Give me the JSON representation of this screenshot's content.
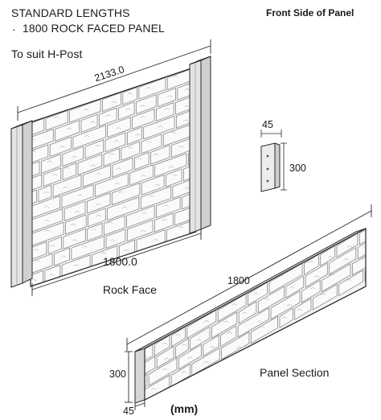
{
  "header": {
    "line1": "STANDARD LENGTHS",
    "bullet": "·",
    "line2": "1800 ROCK FACED PANEL",
    "line3": "To suit H-Post",
    "side_note": "Front Side of Panel"
  },
  "panel_view": {
    "overall_length": "2133.0",
    "panel_length": "1800.0",
    "caption": "Rock Face"
  },
  "post_detail": {
    "width": "45",
    "height": "300"
  },
  "section_view": {
    "length": "1800",
    "height": "300",
    "thickness": "45",
    "caption": "Panel Section"
  },
  "units": "(mm)",
  "colors": {
    "line": "#2a2a2a",
    "stone_fill": "#f4f4f4",
    "mortar": "#9a9a9a",
    "post_fill": "#e6e6e6"
  }
}
